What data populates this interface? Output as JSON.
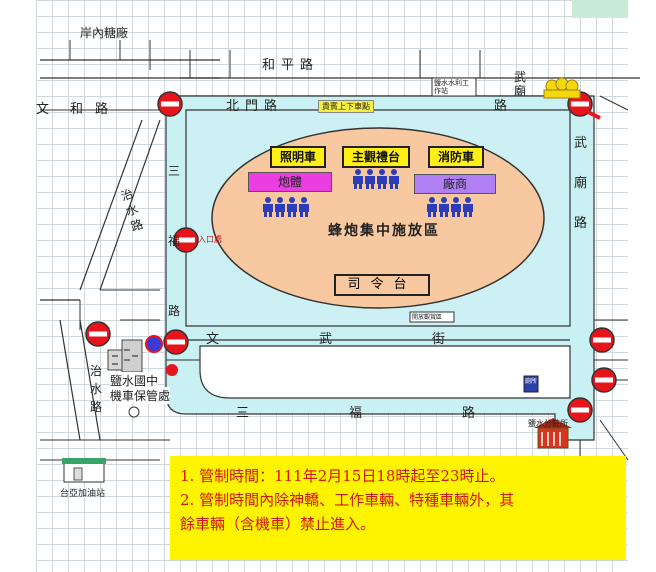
{
  "map": {
    "factory": "岸內糖廠",
    "road_heping": "和平路",
    "road_he_left": "和路",
    "road_he_left_prefix": "文",
    "road_beimen": "北門路",
    "road_beimen_right": "路",
    "road_wumiao": "武廟路",
    "road_sanfu_left": "三福路",
    "road_zhishui_upper": "治水路",
    "road_zhishui_lower": "治水路",
    "road_wenwu": "文武街",
    "road_sanfu_bottom": "三福路",
    "vip_dropoff": "貴賓上下車點",
    "water_office": "鹽水水利工作站",
    "temple_label": "武廟",
    "lighting_truck": "照明車",
    "main_stage": "主觀禮台",
    "fire_truck": "消防車",
    "stall_left": "炮體",
    "stall_right": "廠商",
    "zone_title": "蜂炮集中施放區",
    "command_post": "司令台",
    "entrance": "入口處",
    "wenwu_sign": "開放觀賞區",
    "school": "鹽水國中",
    "parking": "機車保管處",
    "police_station": "鹽水分駐所",
    "wc_label": "廁所",
    "gas_station": "台亞加油站"
  },
  "notice": {
    "line1": "1. 管制時間：111年2月15日18時起至23時止。",
    "line2": "2. 管制時間內除神轎、工作車輛、特種車輛外，其",
    "line3": "餘車輛（含機車）禁止進入。"
  },
  "colors": {
    "road_band": "#c9f1f4",
    "plaza": "#cdf0f5",
    "oval": "#f8c9a0",
    "notice_bg": "#fff400",
    "notice_text": "#d01818",
    "no_entry": "#e8141c"
  }
}
